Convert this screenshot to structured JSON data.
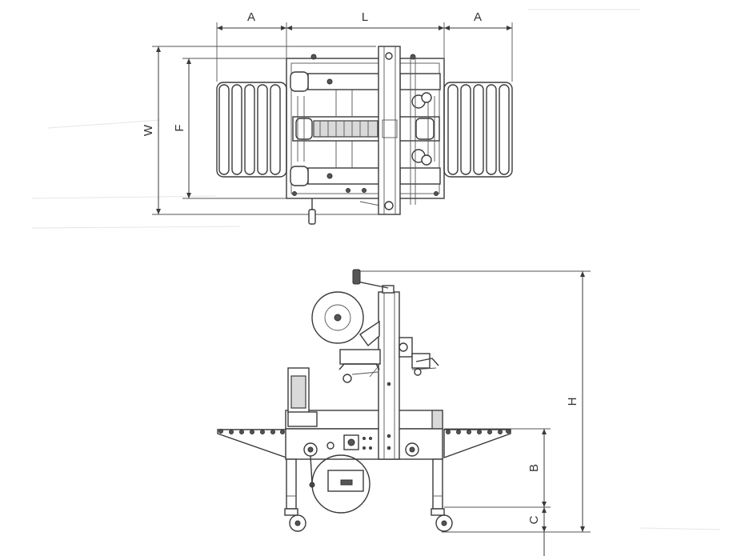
{
  "dimensions": {
    "top_view": {
      "A_left": "A",
      "L": "L",
      "A_right": "A",
      "W": "W",
      "F": "F"
    },
    "side_view": {
      "H": "H",
      "B": "B",
      "C": "C"
    }
  },
  "colors": {
    "line": "#3a3a3a",
    "background": "#ffffff",
    "shade": "#d9d9d9"
  }
}
